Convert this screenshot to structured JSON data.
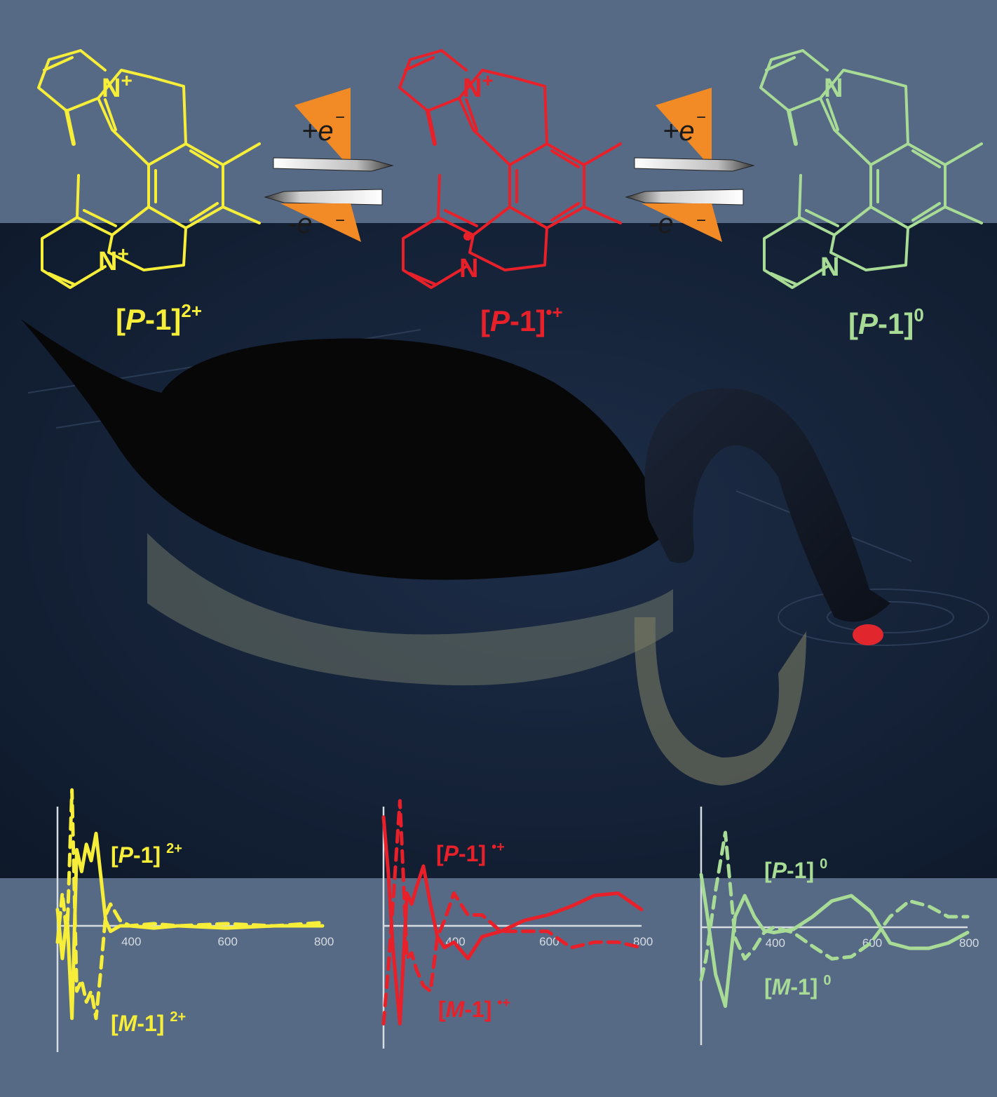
{
  "colors": {
    "panel": "#566a85",
    "water": "#15233a",
    "species_dication": "#f7ee3a",
    "species_radical": "#e8202a",
    "species_neutral": "#a8dc96",
    "arrow_triangle": "#f28a25",
    "axis": "#d7dbe2"
  },
  "labels": {
    "n_plus": "N",
    "n_plus_charge": "+",
    "n_neutral": "N"
  },
  "species": [
    {
      "bracket_open": "[",
      "italic": "P",
      "rest": "-1]",
      "charge": "2+"
    },
    {
      "bracket_open": "[",
      "italic": "P",
      "rest": "-1]",
      "charge": "•+"
    },
    {
      "bracket_open": "[",
      "italic": "P",
      "rest": "-1]",
      "charge": "0"
    }
  ],
  "arrows": [
    {
      "forward": "+e",
      "forward_sup": "−",
      "reverse": "-e",
      "reverse_sup": "−"
    },
    {
      "forward": "+e",
      "forward_sup": "−",
      "reverse": "-e",
      "reverse_sup": "−"
    }
  ],
  "chart_data": [
    {
      "type": "line",
      "x_ticks": [
        "400",
        "600",
        "800"
      ],
      "xlim": [
        250,
        800
      ],
      "series": [
        {
          "label_italic": "P",
          "label_rest": "-1]",
          "label_open": "[",
          "label_charge": "2+",
          "style": "solid",
          "x": [
            250,
            260,
            270,
            280,
            290,
            300,
            310,
            320,
            330,
            340,
            350,
            360,
            380,
            400,
            450,
            500,
            600,
            700,
            800
          ],
          "y": [
            0.15,
            -0.3,
            0.1,
            -0.85,
            0.7,
            0.5,
            0.75,
            0.6,
            0.85,
            0.45,
            0.05,
            -0.05,
            0.0,
            0.0,
            -0.02,
            0.0,
            -0.02,
            0.0,
            0.0
          ]
        },
        {
          "label_italic": "M",
          "label_rest": "-1]",
          "label_open": "[",
          "label_charge": "2+",
          "style": "dashed",
          "x": [
            250,
            260,
            270,
            280,
            290,
            300,
            310,
            320,
            330,
            340,
            350,
            360,
            380,
            400,
            450,
            500,
            600,
            700,
            800
          ],
          "y": [
            -0.15,
            0.3,
            -0.1,
            1.25,
            -0.6,
            -0.5,
            -0.7,
            -0.6,
            -0.85,
            -0.4,
            0.1,
            0.2,
            0.05,
            0.0,
            0.02,
            0.0,
            0.02,
            0.0,
            0.03
          ]
        }
      ]
    },
    {
      "type": "line",
      "x_ticks": [
        "400",
        "600",
        "800"
      ],
      "xlim": [
        250,
        800
      ],
      "series": [
        {
          "label_italic": "P",
          "label_rest": "-1]",
          "label_open": "[",
          "label_charge": "•+",
          "style": "solid",
          "x": [
            250,
            260,
            270,
            285,
            300,
            310,
            320,
            335,
            350,
            365,
            380,
            400,
            430,
            460,
            500,
            550,
            600,
            650,
            700,
            750,
            800
          ],
          "y": [
            1.0,
            0.5,
            -0.2,
            -0.9,
            0.3,
            0.2,
            0.35,
            0.55,
            0.2,
            -0.1,
            -0.2,
            -0.15,
            -0.3,
            -0.1,
            -0.05,
            0.05,
            0.1,
            0.18,
            0.28,
            0.3,
            0.15
          ]
        },
        {
          "label_italic": "M",
          "label_rest": "-1]",
          "label_open": "[",
          "label_charge": "•+",
          "style": "dashed",
          "x": [
            250,
            260,
            270,
            285,
            300,
            310,
            320,
            335,
            350,
            365,
            380,
            400,
            430,
            460,
            500,
            550,
            600,
            650,
            700,
            750,
            800
          ],
          "y": [
            -0.9,
            -0.4,
            0.2,
            1.15,
            -0.3,
            -0.25,
            -0.4,
            -0.55,
            -0.6,
            -0.1,
            0.05,
            0.3,
            0.1,
            0.1,
            -0.05,
            -0.05,
            -0.05,
            -0.2,
            -0.15,
            -0.15,
            -0.2
          ]
        }
      ]
    },
    {
      "type": "line",
      "x_ticks": [
        "400",
        "600",
        "800"
      ],
      "xlim": [
        250,
        800
      ],
      "series": [
        {
          "label_italic": "P",
          "label_rest": "-1]",
          "label_open": "[",
          "label_charge": "0",
          "style": "solid",
          "x": [
            250,
            260,
            280,
            300,
            320,
            340,
            360,
            380,
            400,
            440,
            480,
            520,
            560,
            600,
            640,
            680,
            720,
            760,
            800
          ],
          "y": [
            0.5,
            0.2,
            -0.45,
            -0.75,
            0.1,
            0.3,
            0.1,
            -0.03,
            -0.05,
            -0.02,
            0.1,
            0.25,
            0.3,
            0.15,
            -0.15,
            -0.2,
            -0.2,
            -0.15,
            -0.05
          ]
        },
        {
          "label_italic": "M",
          "label_rest": "-1]",
          "label_open": "[",
          "label_charge": "0",
          "style": "dashed",
          "x": [
            250,
            260,
            280,
            300,
            320,
            340,
            360,
            380,
            400,
            440,
            480,
            520,
            560,
            600,
            640,
            680,
            720,
            760,
            800
          ],
          "y": [
            -0.5,
            -0.3,
            0.35,
            0.9,
            -0.1,
            -0.3,
            -0.2,
            -0.05,
            0.0,
            -0.05,
            -0.18,
            -0.3,
            -0.28,
            -0.15,
            0.1,
            0.25,
            0.2,
            0.1,
            0.1
          ]
        }
      ]
    }
  ]
}
